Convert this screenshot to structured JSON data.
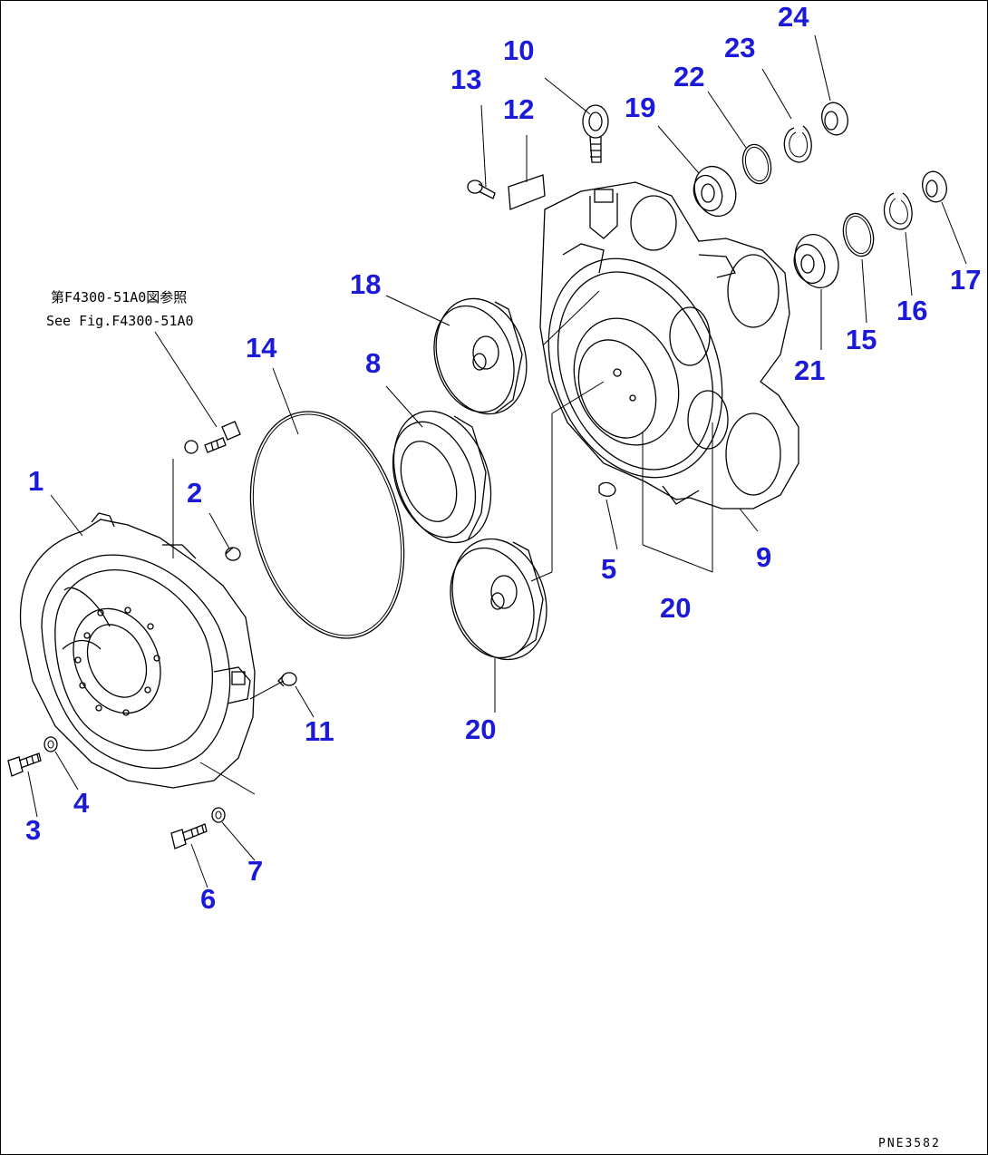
{
  "reference_note": {
    "japanese": "第F4300-51A0図参照",
    "english": "See Fig.F4300-51A0"
  },
  "drawing_code": "PNE3582",
  "label_color": "#1a1ad8",
  "labels": {
    "l1": "1",
    "l2": "2",
    "l3": "3",
    "l4": "4",
    "l5": "5",
    "l6": "6",
    "l7": "7",
    "l8": "8",
    "l9": "9",
    "l10": "10",
    "l11": "11",
    "l12": "12",
    "l13": "13",
    "l14": "14",
    "l15": "15",
    "l16": "16",
    "l17": "17",
    "l18": "18",
    "l19": "19",
    "l20a": "20",
    "l20b": "20",
    "l21": "21",
    "l22": "22",
    "l23": "23",
    "l24": "24"
  }
}
